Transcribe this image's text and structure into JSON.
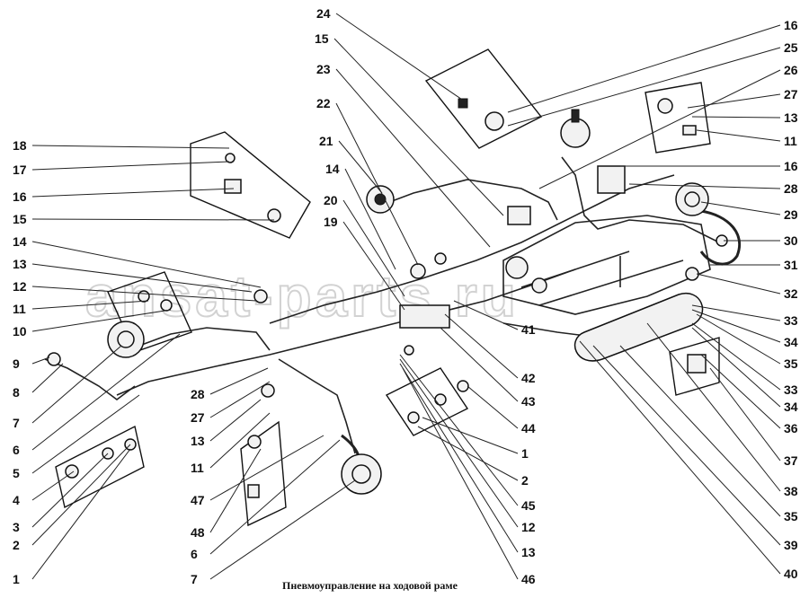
{
  "caption": "Пневмоуправление на ходовой раме",
  "watermark": "ansat-parts.ru",
  "callouts": [
    "24",
    "16",
    "15",
    "25",
    "23",
    "26",
    "27",
    "22",
    "13",
    "11",
    "21",
    "16",
    "14",
    "28",
    "20",
    "19",
    "29",
    "30",
    "18",
    "31",
    "17",
    "16",
    "32",
    "15",
    "33",
    "14",
    "34",
    "13",
    "12",
    "35",
    "11",
    "10",
    "41",
    "33",
    "42",
    "34",
    "9",
    "43",
    "36",
    "8",
    "44",
    "28",
    "37",
    "27",
    "1",
    "7",
    "13",
    "6",
    "5",
    "2",
    "38",
    "11",
    "4",
    "47",
    "45",
    "35",
    "3",
    "12",
    "48",
    "2",
    "6",
    "39",
    "13",
    "1",
    "7",
    "46",
    "40"
  ]
}
